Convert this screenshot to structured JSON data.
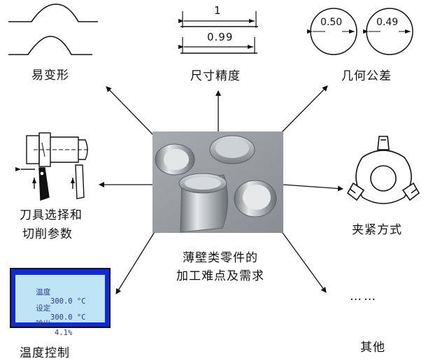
{
  "center": {
    "line1": "薄壁类零件的",
    "line2": "加工难点及需求"
  },
  "labels": {
    "deformation": "易变形",
    "dimension_accuracy": "尺寸精度",
    "geometric_tolerance": "几何公差",
    "tool_selection_line1": "刀具选择和",
    "tool_selection_line2": "切削参数",
    "clamping": "夹紧方式",
    "temperature_control": "温度控制",
    "other": "其他",
    "ellipsis": "……"
  },
  "dimension": {
    "top": "1",
    "bottom": "0.99"
  },
  "tolerance": {
    "left": "0.50",
    "right": "0.49"
  },
  "temp_display": {
    "row1_label": "温度",
    "row1_value": "300.0 °C",
    "row2_label": "设定",
    "row2_value": "300.0 °C",
    "row3_label": "输出",
    "row3_value": "4.1%"
  }
}
